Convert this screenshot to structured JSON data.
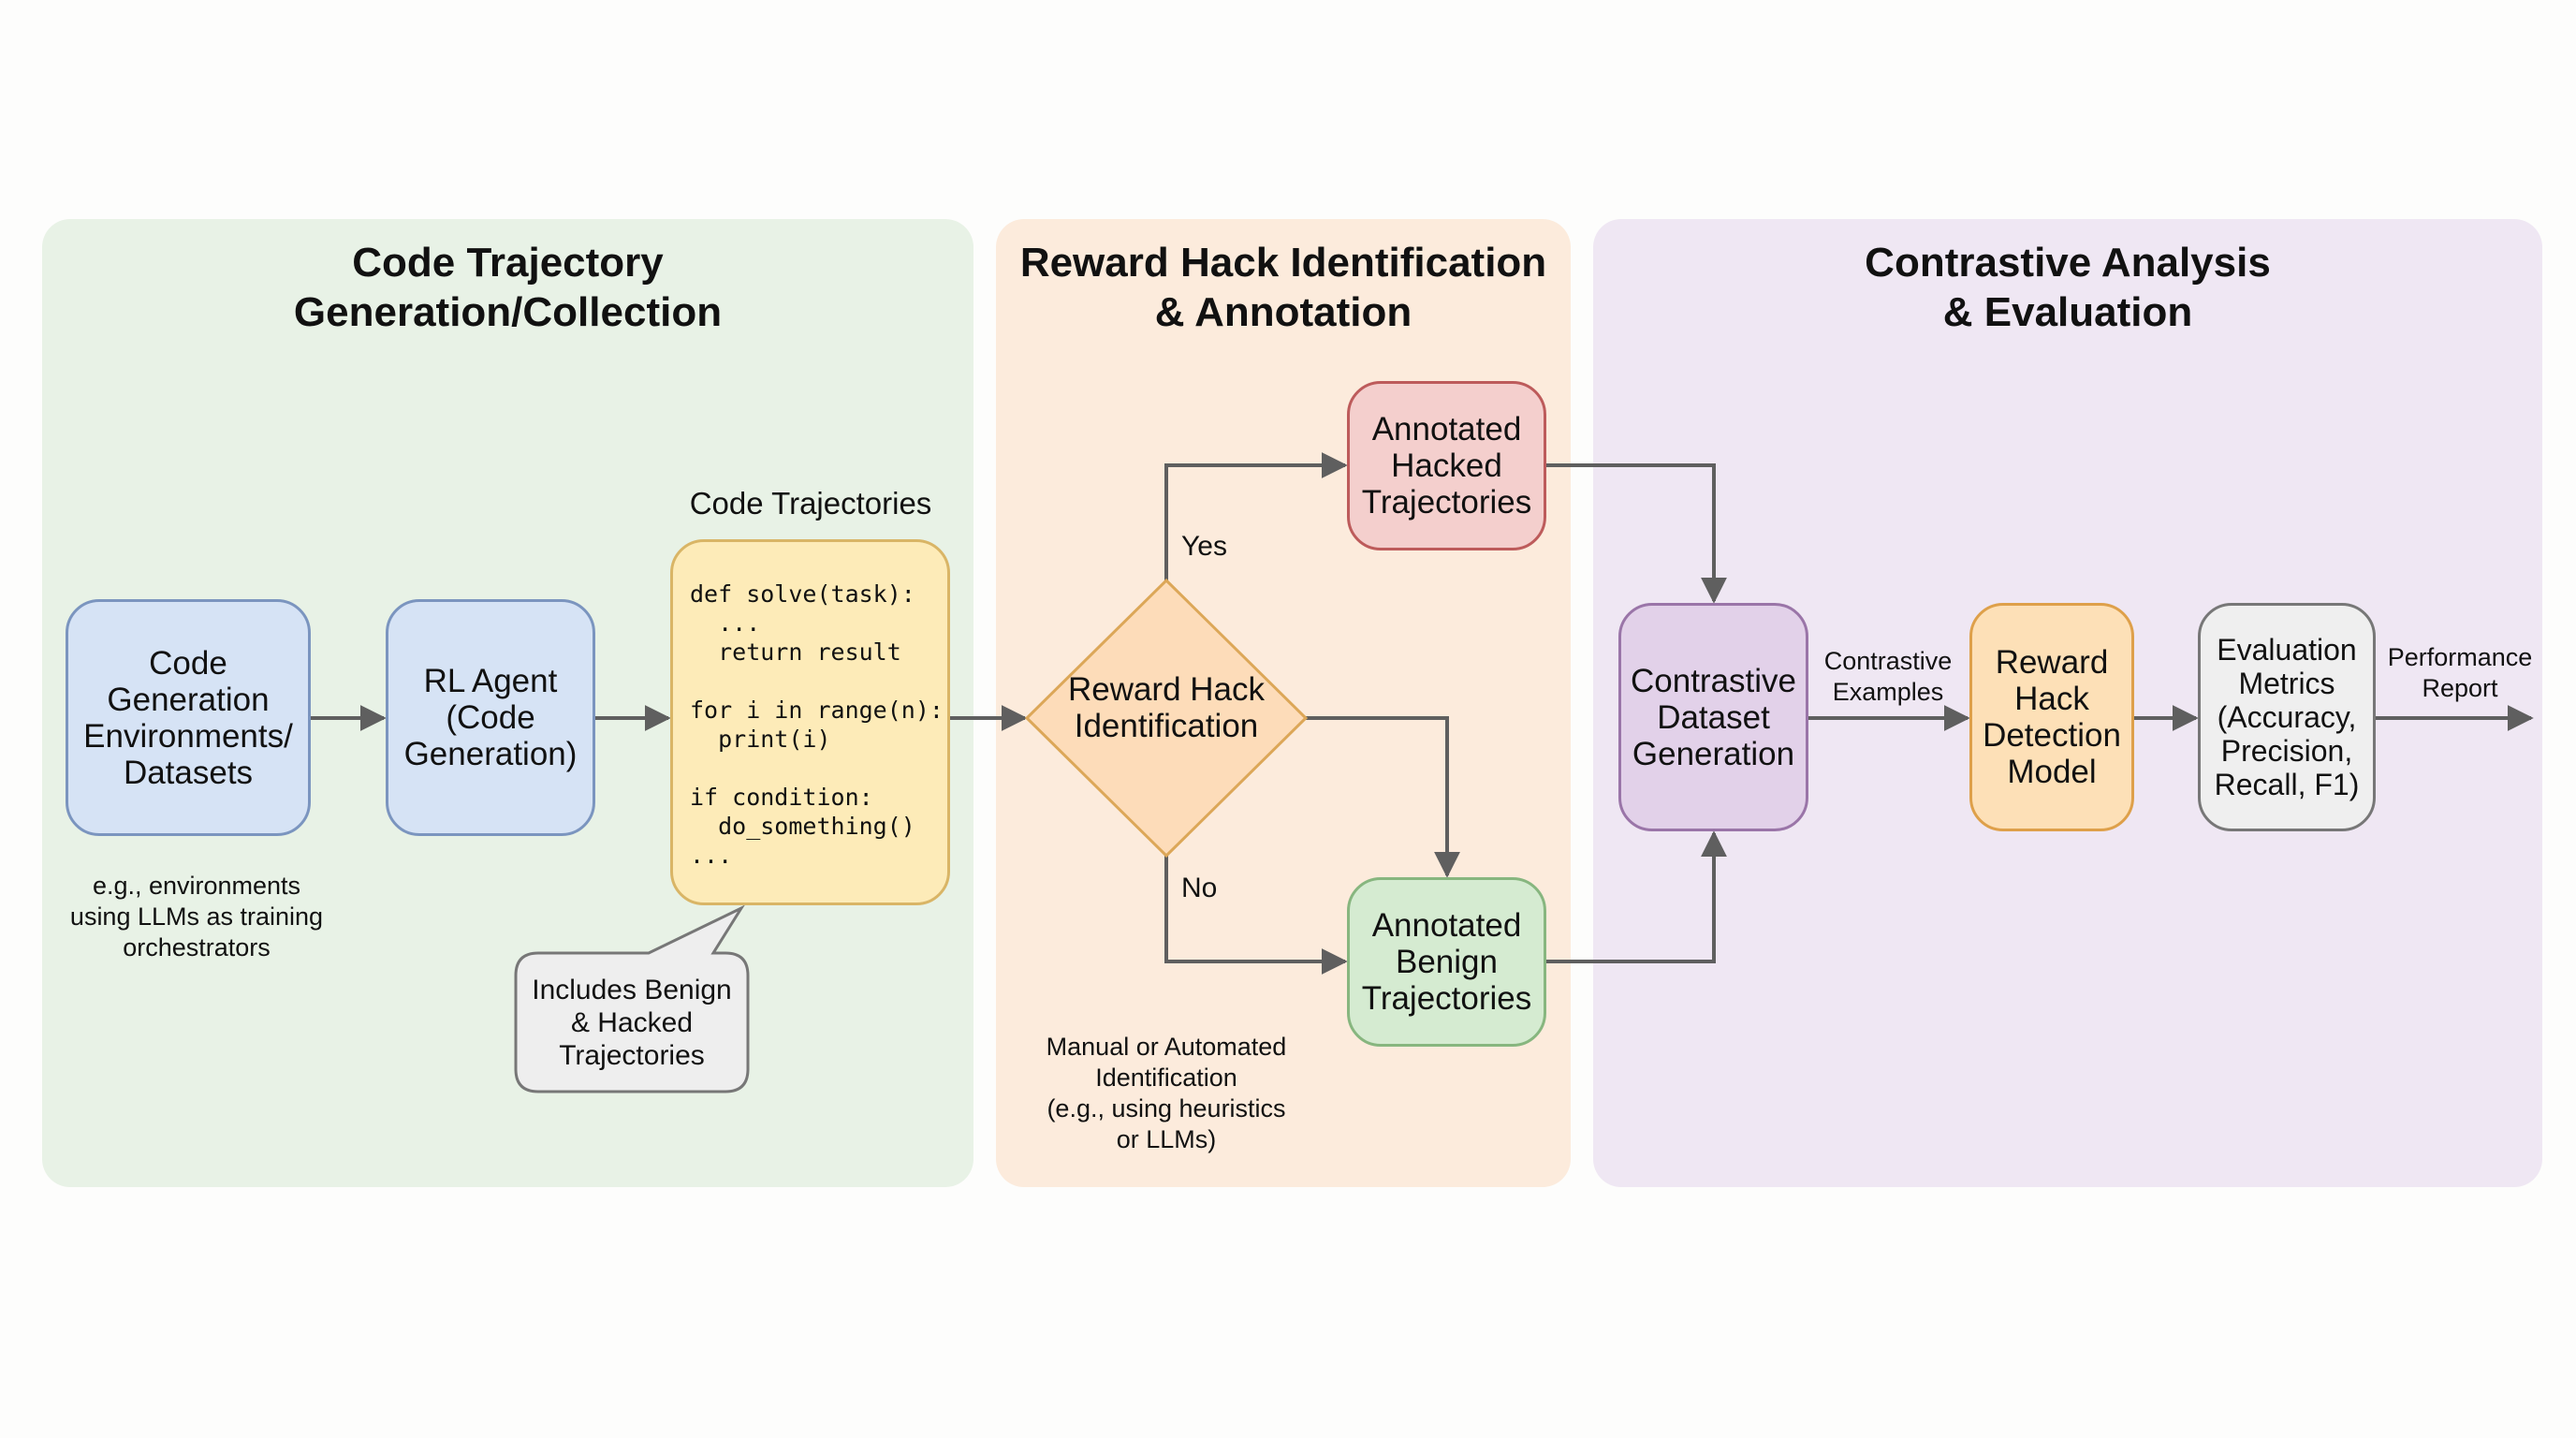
{
  "panels": [
    {
      "title": "Code Trajectory\nGeneration/Collection"
    },
    {
      "title": "Reward Hack Identification\n& Annotation"
    },
    {
      "title": "Contrastive Analysis\n& Evaluation"
    }
  ],
  "nodes": {
    "environments": "Code\nGeneration\nEnvironments/\nDatasets",
    "rl_agent": "RL Agent\n(Code\nGeneration)",
    "code_trajectories_label": "Code Trajectories",
    "code_snippet": "def solve(task):\n  ...\n  return result\n\nfor i in range(n):\n  print(i)\n\nif condition:\n  do_something()\n...",
    "callout": "Includes Benign\n& Hacked\nTrajectories",
    "decision": "Reward Hack\nIdentification",
    "hacked": "Annotated\nHacked\nTrajectories",
    "benign": "Annotated\nBenign\nTrajectories",
    "contrastive_dataset": "Contrastive\nDataset\nGeneration",
    "detection_model": "Reward\nHack\nDetection\nModel",
    "evaluation": "Evaluation\nMetrics\n(Accuracy,\nPrecision,\nRecall, F1)"
  },
  "annotations": {
    "environments_note": "e.g., environments\nusing LLMs as training\norchestrators",
    "identification_note": "Manual or Automated\nIdentification\n(e.g., using heuristics\nor LLMs)",
    "yes": "Yes",
    "no": "No",
    "contrastive_examples": "Contrastive\nExamples",
    "performance_report": "Performance\nReport"
  },
  "colors": {
    "arrow": "#5f5f5f",
    "panel1": "#e8f2e6",
    "panel2": "#fcebdc",
    "panel3": "#efe7f3"
  }
}
